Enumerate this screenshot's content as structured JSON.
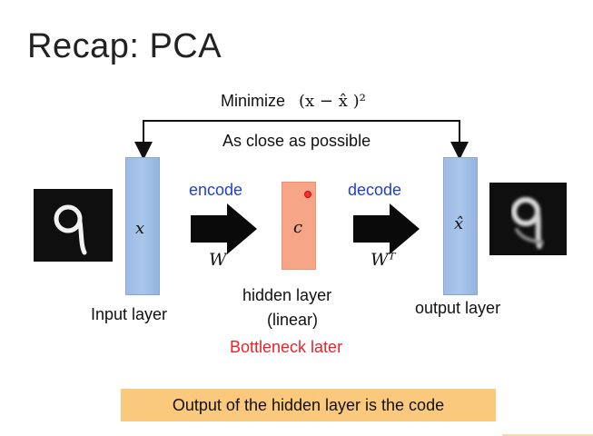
{
  "title": "Recap: PCA",
  "minimize": {
    "text": "Minimize",
    "formula": "(x − x̂ )²"
  },
  "as_close": "As close as possible",
  "encode": {
    "label": "encode",
    "weight": "W"
  },
  "decode": {
    "label": "decode",
    "weight": "Wᵀ"
  },
  "input_layer": {
    "label": "Input layer",
    "symbol": "x"
  },
  "hidden_layer": {
    "line1": "hidden layer",
    "line2": "(linear)",
    "symbol": "c",
    "note": "Bottleneck later"
  },
  "output_layer": {
    "label": "output layer",
    "symbol": "x̂"
  },
  "callout": "Output of the hidden layer is the code",
  "colors": {
    "encode_decode": "#1f3fd1",
    "bottleneck": "#e8242b",
    "layer_blue": "#a9c6ea",
    "hidden_orange": "#f6a587",
    "callout_bg": "#fbc97d"
  }
}
